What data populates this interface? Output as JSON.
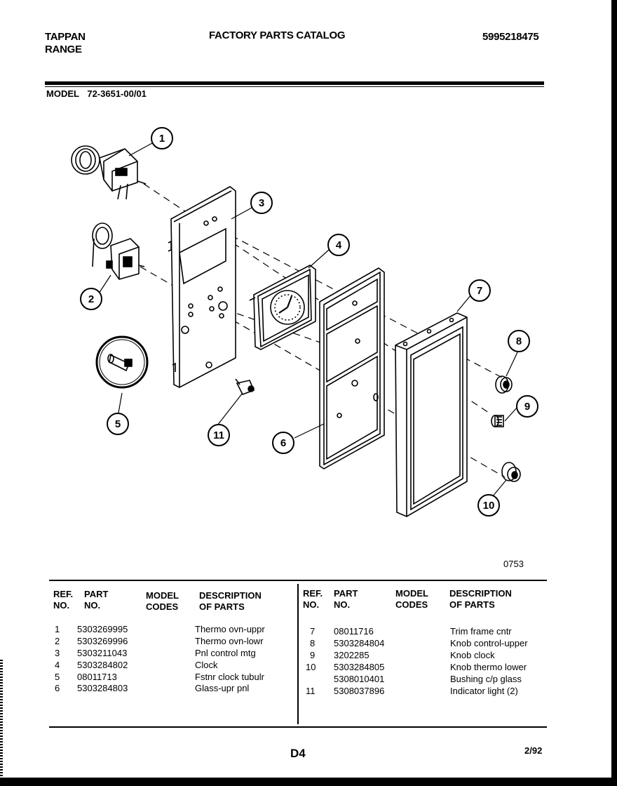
{
  "header": {
    "brand_line1": "TAPPAN",
    "brand_line2": "RANGE",
    "title": "FACTORY PARTS CATALOG",
    "catalog_number": "5995218475"
  },
  "model": {
    "label": "MODEL",
    "value": "72-3651-00/01"
  },
  "diagram": {
    "callouts": [
      "1",
      "2",
      "3",
      "4",
      "5",
      "6",
      "7",
      "8",
      "9",
      "10",
      "11"
    ],
    "drawing_code": "0753"
  },
  "table": {
    "headers": {
      "ref_1": "REF.",
      "ref_2": "NO.",
      "part_1": "PART",
      "part_2": "NO.",
      "model_1": "MODEL",
      "model_2": "CODES",
      "desc_1": "DESCRIPTION",
      "desc_2": "OF PARTS"
    },
    "left_rows": [
      {
        "ref": "1",
        "part": "5303269995",
        "desc": "Thermo ovn-uppr"
      },
      {
        "ref": "2",
        "part": "5303269996",
        "desc": "Thermo ovn-lowr"
      },
      {
        "ref": "3",
        "part": "5303211043",
        "desc": "Pnl control mtg"
      },
      {
        "ref": "4",
        "part": "5303284802",
        "desc": "Clock"
      },
      {
        "ref": "5",
        "part": "08011713",
        "desc": "Fstnr clock tubulr"
      },
      {
        "ref": "6",
        "part": "5303284803",
        "desc": "Glass-upr pnl"
      }
    ],
    "right_rows": [
      {
        "ref": "7",
        "part": "08011716",
        "desc": "Trim frame cntr"
      },
      {
        "ref": "8",
        "part": "5303284804",
        "desc": "Knob control-upper"
      },
      {
        "ref": "9",
        "part": "3202285",
        "desc": "Knob clock"
      },
      {
        "ref": "10",
        "part": "5303284805",
        "desc": "Knob thermo lower"
      },
      {
        "ref": "",
        "part": "5308010401",
        "desc": "Bushing c/p glass"
      },
      {
        "ref": "11",
        "part": "5308037896",
        "desc": "Indicator light (2)"
      }
    ]
  },
  "footer": {
    "page": "D4",
    "date": "2/92"
  }
}
